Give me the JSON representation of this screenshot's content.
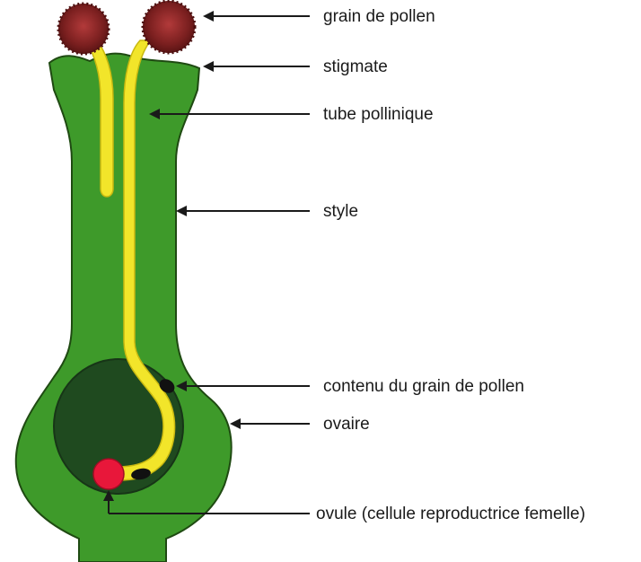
{
  "diagram": {
    "labels": {
      "pollen_grain": "grain de pollen",
      "stigma": "stigmate",
      "pollen_tube": "tube pollinique",
      "style": "style",
      "pollen_contents": "contenu du grain de pollen",
      "ovary": "ovaire",
      "ovule": "ovule (cellule reproductrice femelle)"
    },
    "colors": {
      "pistil": "#3e9a2a",
      "pistil_outline": "#1f4a12",
      "pollen_tube": "#f2e52a",
      "ovary_cavity": "#1f4a1f",
      "ovule": "#e8173a",
      "pollen_grain": "#8a2a2a",
      "nucleus": "#111111"
    }
  }
}
